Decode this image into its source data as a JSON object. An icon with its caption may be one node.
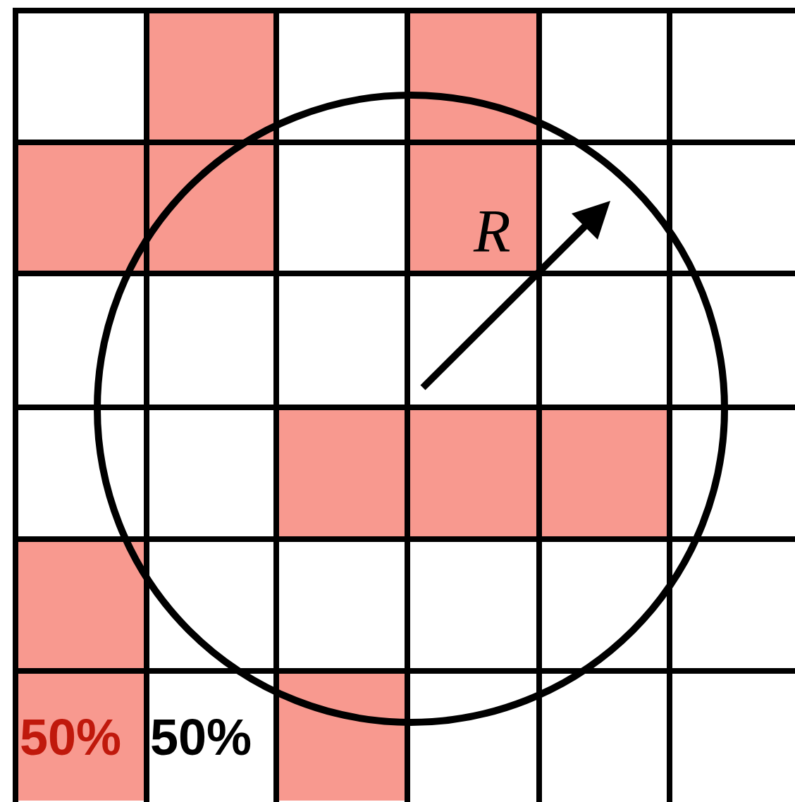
{
  "diagram": {
    "labels": [
      "R",
      "50%",
      "50%"
    ]
  }
}
